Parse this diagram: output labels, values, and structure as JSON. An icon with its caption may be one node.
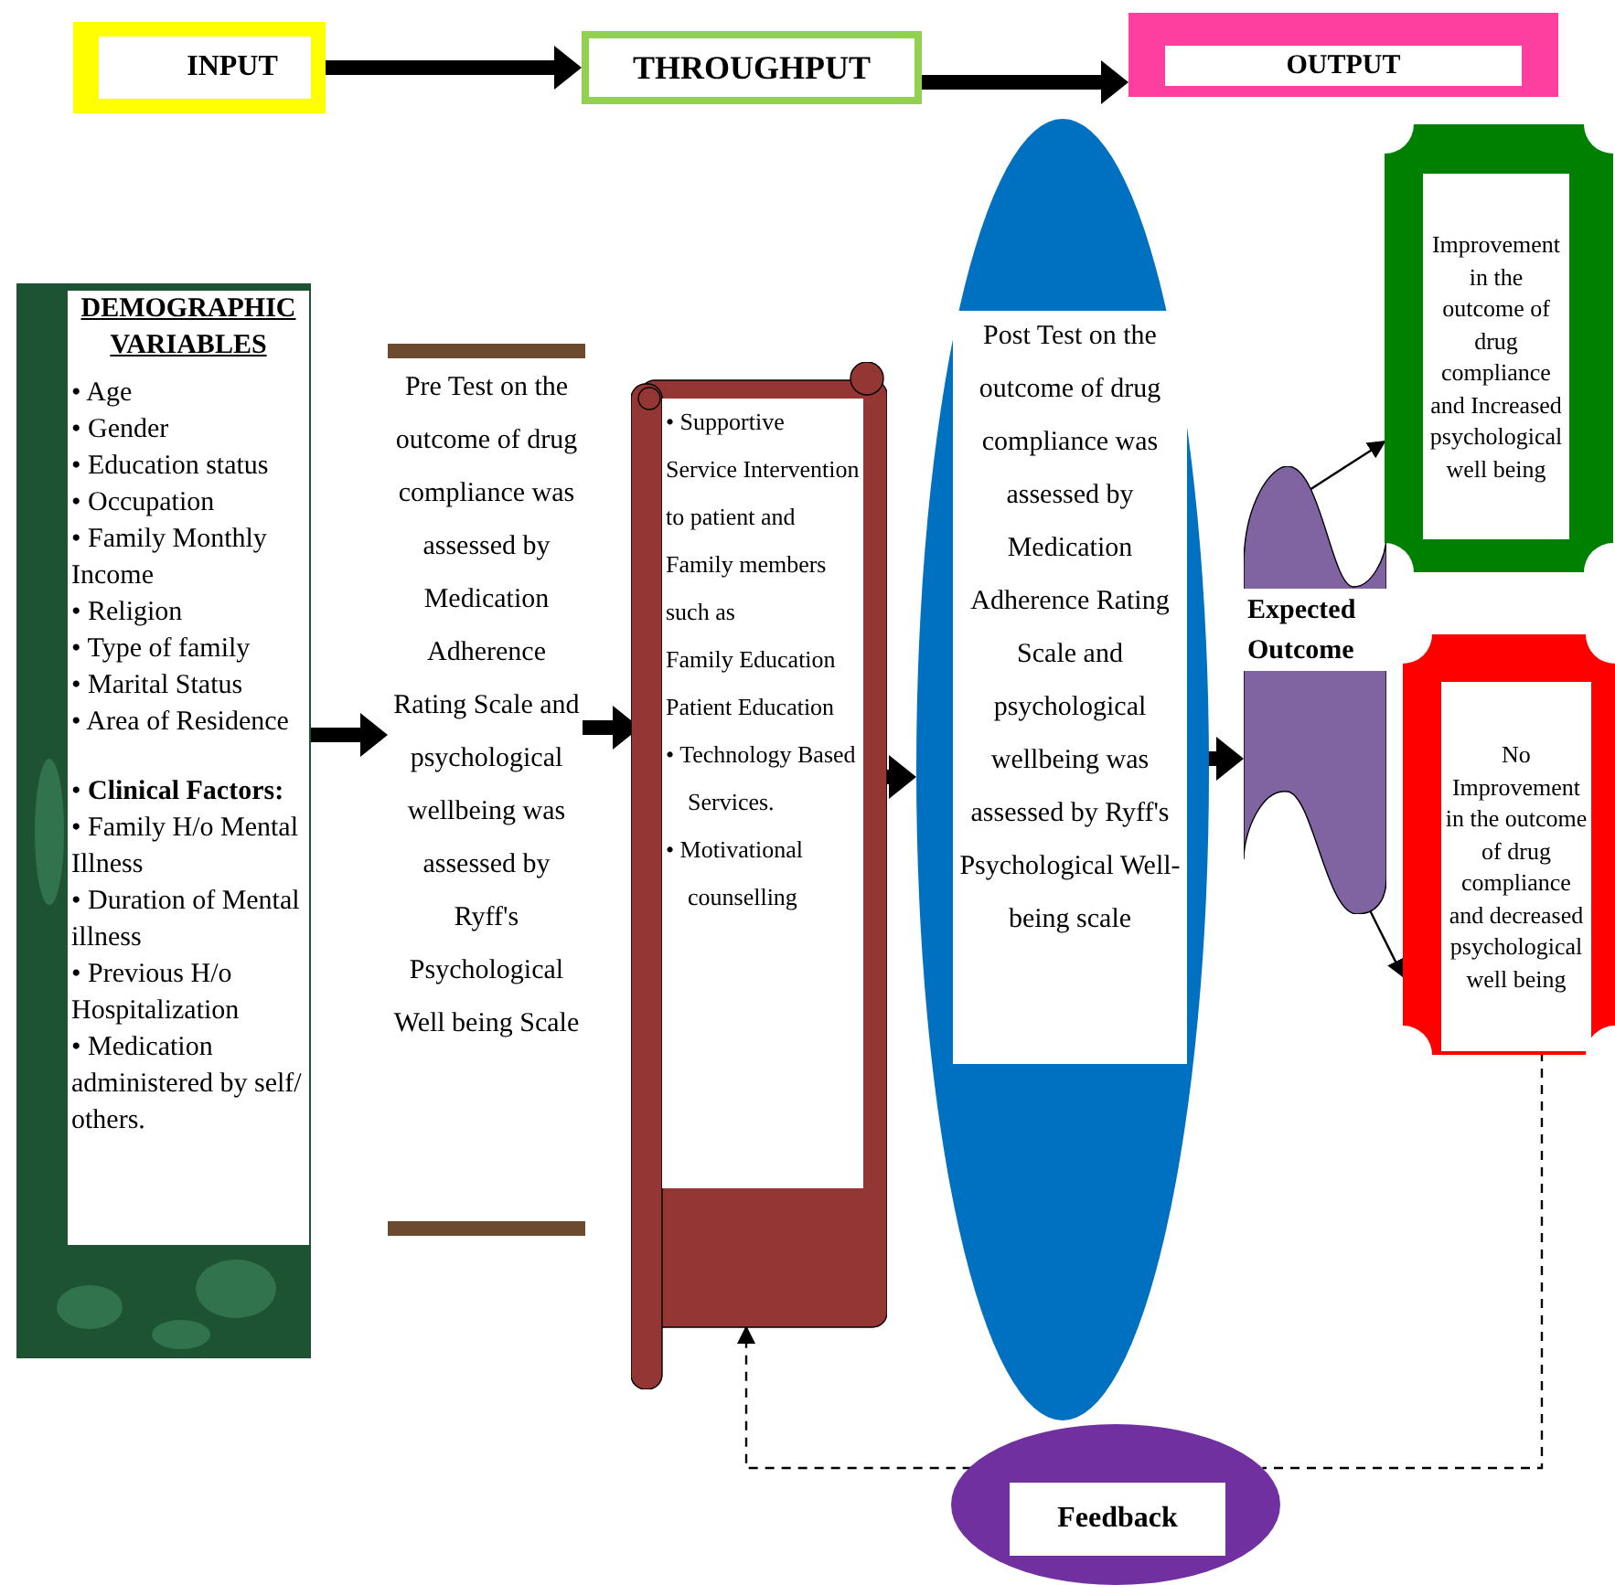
{
  "diagram": {
    "nodes": [
      {
        "text": [
          "INPUT"
        ]
      },
      {
        "text": [
          "THROUGHPUT"
        ]
      },
      {
        "text": [
          "OUTPUT"
        ]
      },
      {
        "text": [
          "DEMOGRAPHIC VARIABLES",
          "• Age",
          "• Gender",
          "• Education status",
          "• Occupation",
          "• Family Monthly Income",
          "• Religion",
          "• Type of family",
          "• Marital Status",
          "• Area of Residence",
          "• **Clinical Factors:**",
          "• Family H/o Mental Illness",
          "• Duration of Mental illness",
          "• Previous H/o Hospitalization",
          "• Medication administered by self/ others."
        ]
      },
      {
        "text": [
          "Pre Test on the outcome of drug compliance was assessed by Medication Adherence Rating Scale and psychological wellbeing was assessed by Ryff's Psychological Well being Scale"
        ]
      },
      {
        "text": [
          "• Supportive Service Intervention to patient and Family members such as",
          "Family Education",
          "Patient Education",
          "• Technology Based Services.",
          "• Motivational counselling"
        ]
      },
      {
        "text": [
          "Post Test on the outcome of drug compliance was assessed by Medication Adherence Rating Scale and psychological wellbeing was assessed by Ryff's Psychological Well-being scale"
        ]
      },
      {
        "text": [
          "Expected Outcome"
        ]
      },
      {
        "text": [
          "Improvement in the outcome of drug compliance and Increased psychological well being"
        ]
      },
      {
        "text": [
          "No Improvement in the outcome of drug compliance and decreased psychological well being"
        ]
      },
      {
        "text": [
          "Feedback"
        ]
      }
    ],
    "edges": [
      {
        "from": 0,
        "to": 1,
        "arrow": "to"
      },
      {
        "from": 1,
        "to": 2,
        "arrow": "to"
      },
      {
        "from": 3,
        "to": 4,
        "arrow": "to"
      },
      {
        "from": 4,
        "to": 5,
        "arrow": "to"
      },
      {
        "from": 5,
        "to": 6,
        "arrow": "to"
      },
      {
        "from": 6,
        "to": 7,
        "arrow": "to"
      },
      {
        "from": 7,
        "to": 8,
        "arrow": "to"
      },
      {
        "from": 7,
        "to": 9,
        "arrow": "to"
      },
      {
        "from": 9,
        "to": 10,
        "arrow": "none",
        "style": "dashed"
      },
      {
        "from": 10,
        "to": 5,
        "arrow": "to",
        "style": "dashed"
      }
    ]
  }
}
